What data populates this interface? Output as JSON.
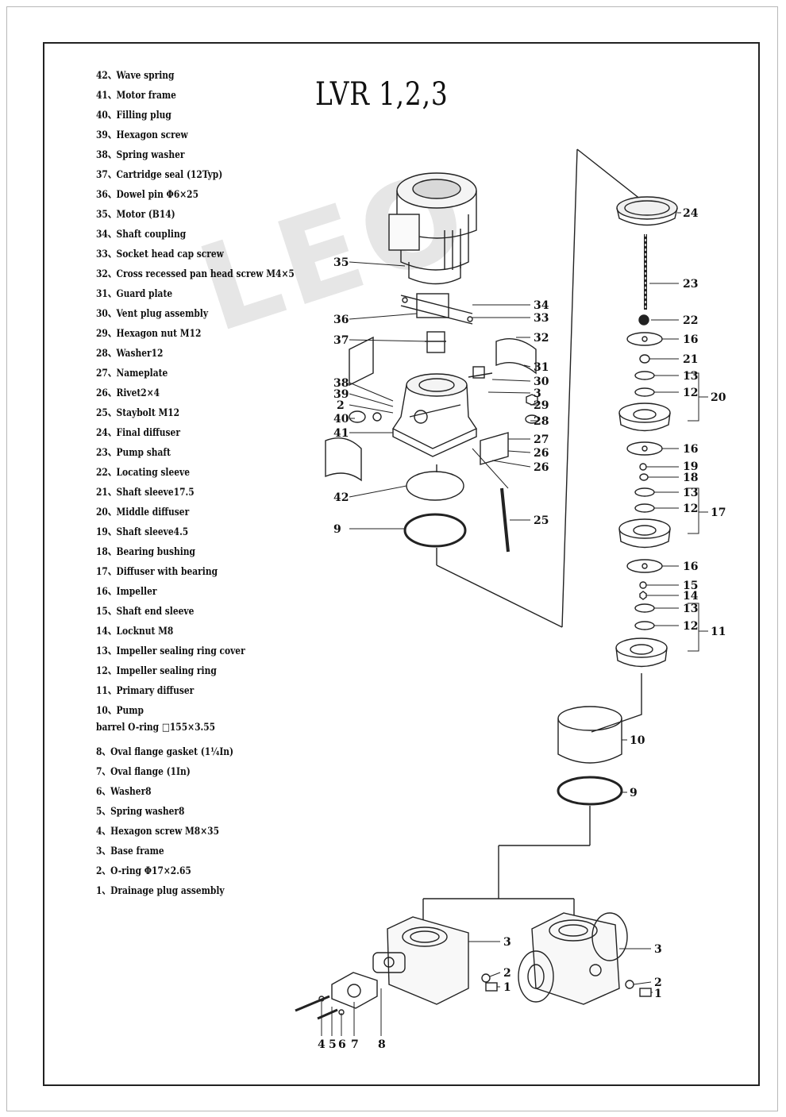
{
  "title": "LVR 1,2,3",
  "watermark": "LEO",
  "legend": [
    {
      "label": "42、Wave spring"
    },
    {
      "label": "41、Motor frame"
    },
    {
      "label": "40、Filling plug"
    },
    {
      "label": "39、Hexagon screw"
    },
    {
      "label": "38、Spring washer"
    },
    {
      "label": "37、Cartridge seal (12Typ)"
    },
    {
      "label": "36、Dowel pin Φ6×25"
    },
    {
      "label": "35、Motor (B14)"
    },
    {
      "label": "34、Shaft coupling"
    },
    {
      "label": "33、Socket head cap screw"
    },
    {
      "label": "32、Cross recessed pan head screw M4×5"
    },
    {
      "label": "31、Guard plate"
    },
    {
      "label": "30、Vent plug assembly"
    },
    {
      "label": "29、Hexagon nut M12"
    },
    {
      "label": "28、Washer12"
    },
    {
      "label": "27、Nameplate"
    },
    {
      "label": "26、Rivet2×4"
    },
    {
      "label": "25、Staybolt M12"
    },
    {
      "label": "24、Final diffuser"
    },
    {
      "label": "23、Pump shaft"
    },
    {
      "label": "22、Locating sleeve"
    },
    {
      "label": "21、Shaft sleeve17.5"
    },
    {
      "label": "20、Middle diffuser"
    },
    {
      "label": "19、Shaft sleeve4.5"
    },
    {
      "label": "18、Bearing bushing"
    },
    {
      "label": "17、Diffuser with bearing"
    },
    {
      "label": "16、Impeller"
    },
    {
      "label": "15、Shaft end sleeve"
    },
    {
      "label": "14、Locknut M8"
    },
    {
      "label": "13、Impeller sealing ring cover"
    },
    {
      "label": "12、Impeller sealing ring"
    },
    {
      "label": "11、Primary diffuser"
    },
    {
      "label": "10、Pump"
    },
    {
      "label": "barrel O-ring □155×3.55"
    },
    {
      "label": "8、Oval flange gasket (1¼In)"
    },
    {
      "label": "7、Oval flange (1In)"
    },
    {
      "label": "6、Washer8"
    },
    {
      "label": "5、Spring washer8"
    },
    {
      "label": "4、Hexagon screw M8×35"
    },
    {
      "label": "3、Base frame"
    },
    {
      "label": "2、O-ring Φ17×2.65"
    },
    {
      "label": "1、Drainage plug assembly"
    }
  ],
  "callouts": {
    "c35": "35",
    "c36": "36",
    "c37": "37",
    "c38": "38",
    "c39": "39",
    "c2": "2",
    "c40": "40",
    "c41": "41",
    "c42": "42",
    "c9a": "9",
    "c34": "34",
    "c33": "33",
    "c32": "32",
    "c31": "31",
    "c30": "30",
    "c3a": "3",
    "c29": "29",
    "c28": "28",
    "c27": "27",
    "c26a": "26",
    "c26b": "26",
    "c25": "25",
    "c24": "24",
    "c23": "23",
    "c22": "22",
    "c16a": "16",
    "c21": "21",
    "c13a": "13",
    "c12a": "12",
    "c20": "20",
    "c16b": "16",
    "c19": "19",
    "c18": "18",
    "c13b": "13",
    "c12b": "12",
    "c17": "17",
    "c16c": "16",
    "c15": "15",
    "c14": "14",
    "c13c": "13",
    "c12c": "12",
    "c11": "11",
    "c10": "10",
    "c9b": "9",
    "c3b": "3",
    "c2b": "2",
    "c1b": "1",
    "c3c": "3",
    "c2c": "2",
    "c1c": "1",
    "c4": "4",
    "c5": "5",
    "c6": "6",
    "c7": "7",
    "c8": "8"
  }
}
